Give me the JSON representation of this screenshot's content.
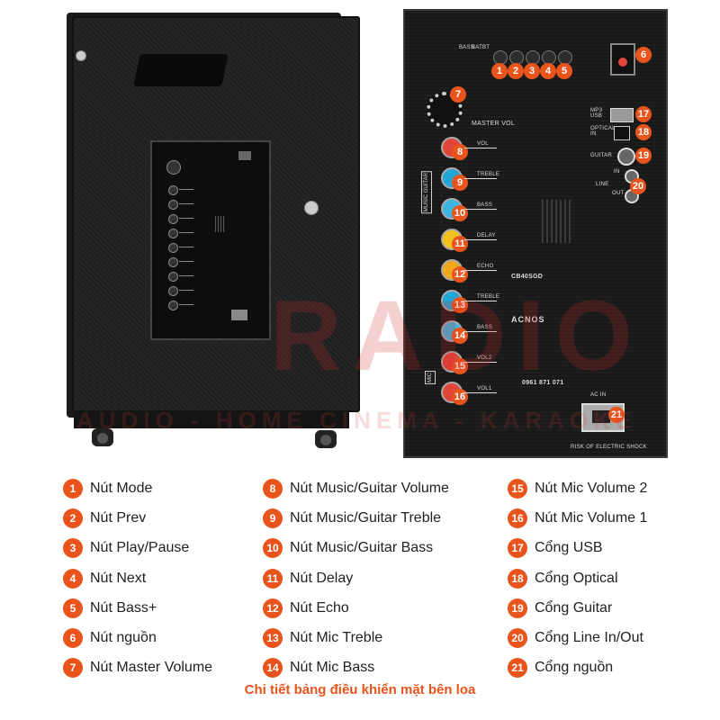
{
  "legend": [
    {
      "num": "1",
      "label": "Nút Mode"
    },
    {
      "num": "2",
      "label": "Nút Prev"
    },
    {
      "num": "3",
      "label": "Nút Play/Pause"
    },
    {
      "num": "4",
      "label": "Nút Next"
    },
    {
      "num": "5",
      "label": "Nút Bass+"
    },
    {
      "num": "6",
      "label": "Nút nguồn"
    },
    {
      "num": "7",
      "label": "Nút Master Volume"
    },
    {
      "num": "8",
      "label": "Nút Music/Guitar Volume"
    },
    {
      "num": "9",
      "label": "Nút Music/Guitar Treble"
    },
    {
      "num": "10",
      "label": "Nút Music/Guitar Bass"
    },
    {
      "num": "11",
      "label": "Nút Delay"
    },
    {
      "num": "12",
      "label": "Nút Echo"
    },
    {
      "num": "13",
      "label": "Nút Mic Treble"
    },
    {
      "num": "14",
      "label": "Nút Mic Bass"
    },
    {
      "num": "15",
      "label": "Nút Mic Volume 2"
    },
    {
      "num": "16",
      "label": "Nút Mic Volume 1"
    },
    {
      "num": "17",
      "label": "Cổng USB"
    },
    {
      "num": "18",
      "label": "Cổng Optical"
    },
    {
      "num": "19",
      "label": "Cổng Guitar"
    },
    {
      "num": "20",
      "label": "Cổng Line In/Out"
    },
    {
      "num": "21",
      "label": "Cổng nguồn"
    }
  ],
  "caption": "Chi tiết bảng điều khiển mặt bên loa",
  "panel_labels": {
    "master_vol": "MASTER VOL",
    "vol": "VOL",
    "treble": "TREBLE",
    "bass": "BASS",
    "delay": "DELAY",
    "echo": "ECHO",
    "treble2": "TREBLE",
    "bass2": "BASS",
    "vol2": "VOL2",
    "vol1": "VOL1",
    "music_guitar": "MUSIC GUITAR",
    "mic": "MIC",
    "mp3_usb": "MP3 USB",
    "optical_in": "OPTICAL IN",
    "guitar": "GUITAR",
    "line": "LINE",
    "in": "IN",
    "out": "OUT",
    "ac_in": "AC IN",
    "model": "CB40SGD",
    "brand": "ACNOS",
    "hotline": "0961 871 071",
    "bass_led": "BASS",
    "bat_led": "BAT",
    "bt_led": "BT",
    "shock": "RISK OF ELECTRIC SHOCK"
  },
  "watermark": {
    "main": "RADIO",
    "sub": "AUDIO - HOME CINEMA - KARAOKE"
  },
  "colors": {
    "accent": "#e8541c",
    "panel": "#1b1b1b",
    "knob_vol": "#e0463a",
    "knob_treble": "#22a6d6",
    "knob_bass": "#3cb6e0",
    "knob_delay": "#f2c21b",
    "knob_echo": "#f2a81b"
  }
}
